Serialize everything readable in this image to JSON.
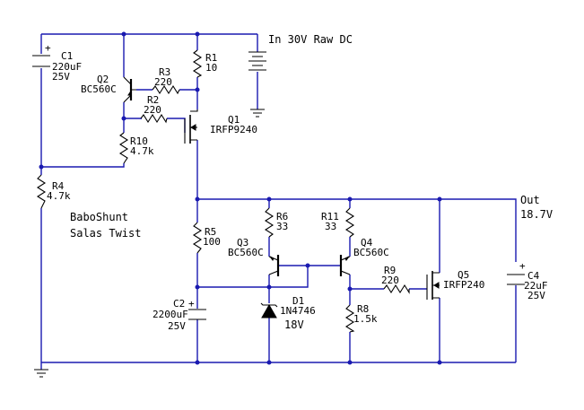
{
  "supply": {
    "label": "In 30V Raw DC"
  },
  "output": {
    "label": "Out",
    "voltage": "18.7V"
  },
  "title": {
    "line1": "BaboShunt",
    "line2": "Salas Twist"
  },
  "components": {
    "C1": {
      "ref": "C1",
      "value": "220uF",
      "rating": "25V",
      "polarity": "+"
    },
    "C2": {
      "ref": "C2",
      "value": "2200uF",
      "rating": "25V",
      "polarity": "+"
    },
    "C4": {
      "ref": "C4",
      "value": "22uF",
      "rating": "25V",
      "polarity": "+"
    },
    "R1": {
      "ref": "R1",
      "value": "10"
    },
    "R2": {
      "ref": "R2",
      "value": "220"
    },
    "R3": {
      "ref": "R3",
      "value": "220"
    },
    "R4": {
      "ref": "R4",
      "value": "4.7k"
    },
    "R5": {
      "ref": "R5",
      "value": "100"
    },
    "R6": {
      "ref": "R6",
      "value": "33"
    },
    "R8": {
      "ref": "R8",
      "value": "1.5k"
    },
    "R9": {
      "ref": "R9",
      "value": "220"
    },
    "R10": {
      "ref": "R10",
      "value": "4.7k"
    },
    "R11": {
      "ref": "R11",
      "value": "33"
    },
    "Q1": {
      "ref": "Q1",
      "part": "IRFP9240"
    },
    "Q2": {
      "ref": "Q2",
      "part": "BC560C"
    },
    "Q3": {
      "ref": "Q3",
      "part": "BC560C"
    },
    "Q4": {
      "ref": "Q4",
      "part": "BC560C"
    },
    "Q5": {
      "ref": "Q5",
      "part": "IRFP240"
    },
    "D1": {
      "ref": "D1",
      "part": "1N4746",
      "voltage": "18V"
    }
  },
  "colors": {
    "wire": "#1a1ab0",
    "component": "#000000",
    "background": "#ffffff"
  }
}
